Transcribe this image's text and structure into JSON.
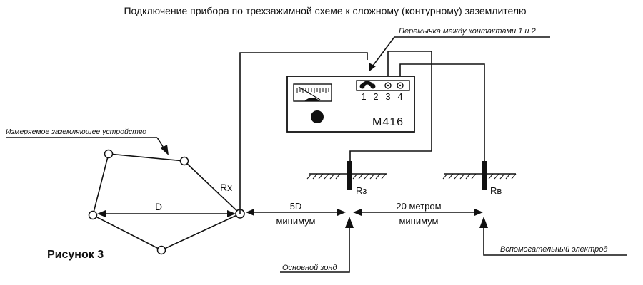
{
  "title": "Подключение прибора по трехзажимной схеме к сложному (контурному) заземлителю",
  "figure_label": "Рисунок 3",
  "labels": {
    "jumper": "Перемычка между контактами 1 и 2",
    "grounding_device": "Измеряемое заземляющее устройство",
    "main_probe": "Основной зонд",
    "aux_electrode": "Вспомогательный электрод"
  },
  "device": {
    "model": "М416",
    "terminals": [
      "1",
      "2",
      "3",
      "4"
    ]
  },
  "symbols": {
    "rx": "Rx",
    "rz": "Rз",
    "rv": "Rв",
    "d": "D"
  },
  "distances": {
    "first_value": "5D",
    "first_note": "минимум",
    "second_value": "20 метром",
    "second_note": "минимум"
  }
}
